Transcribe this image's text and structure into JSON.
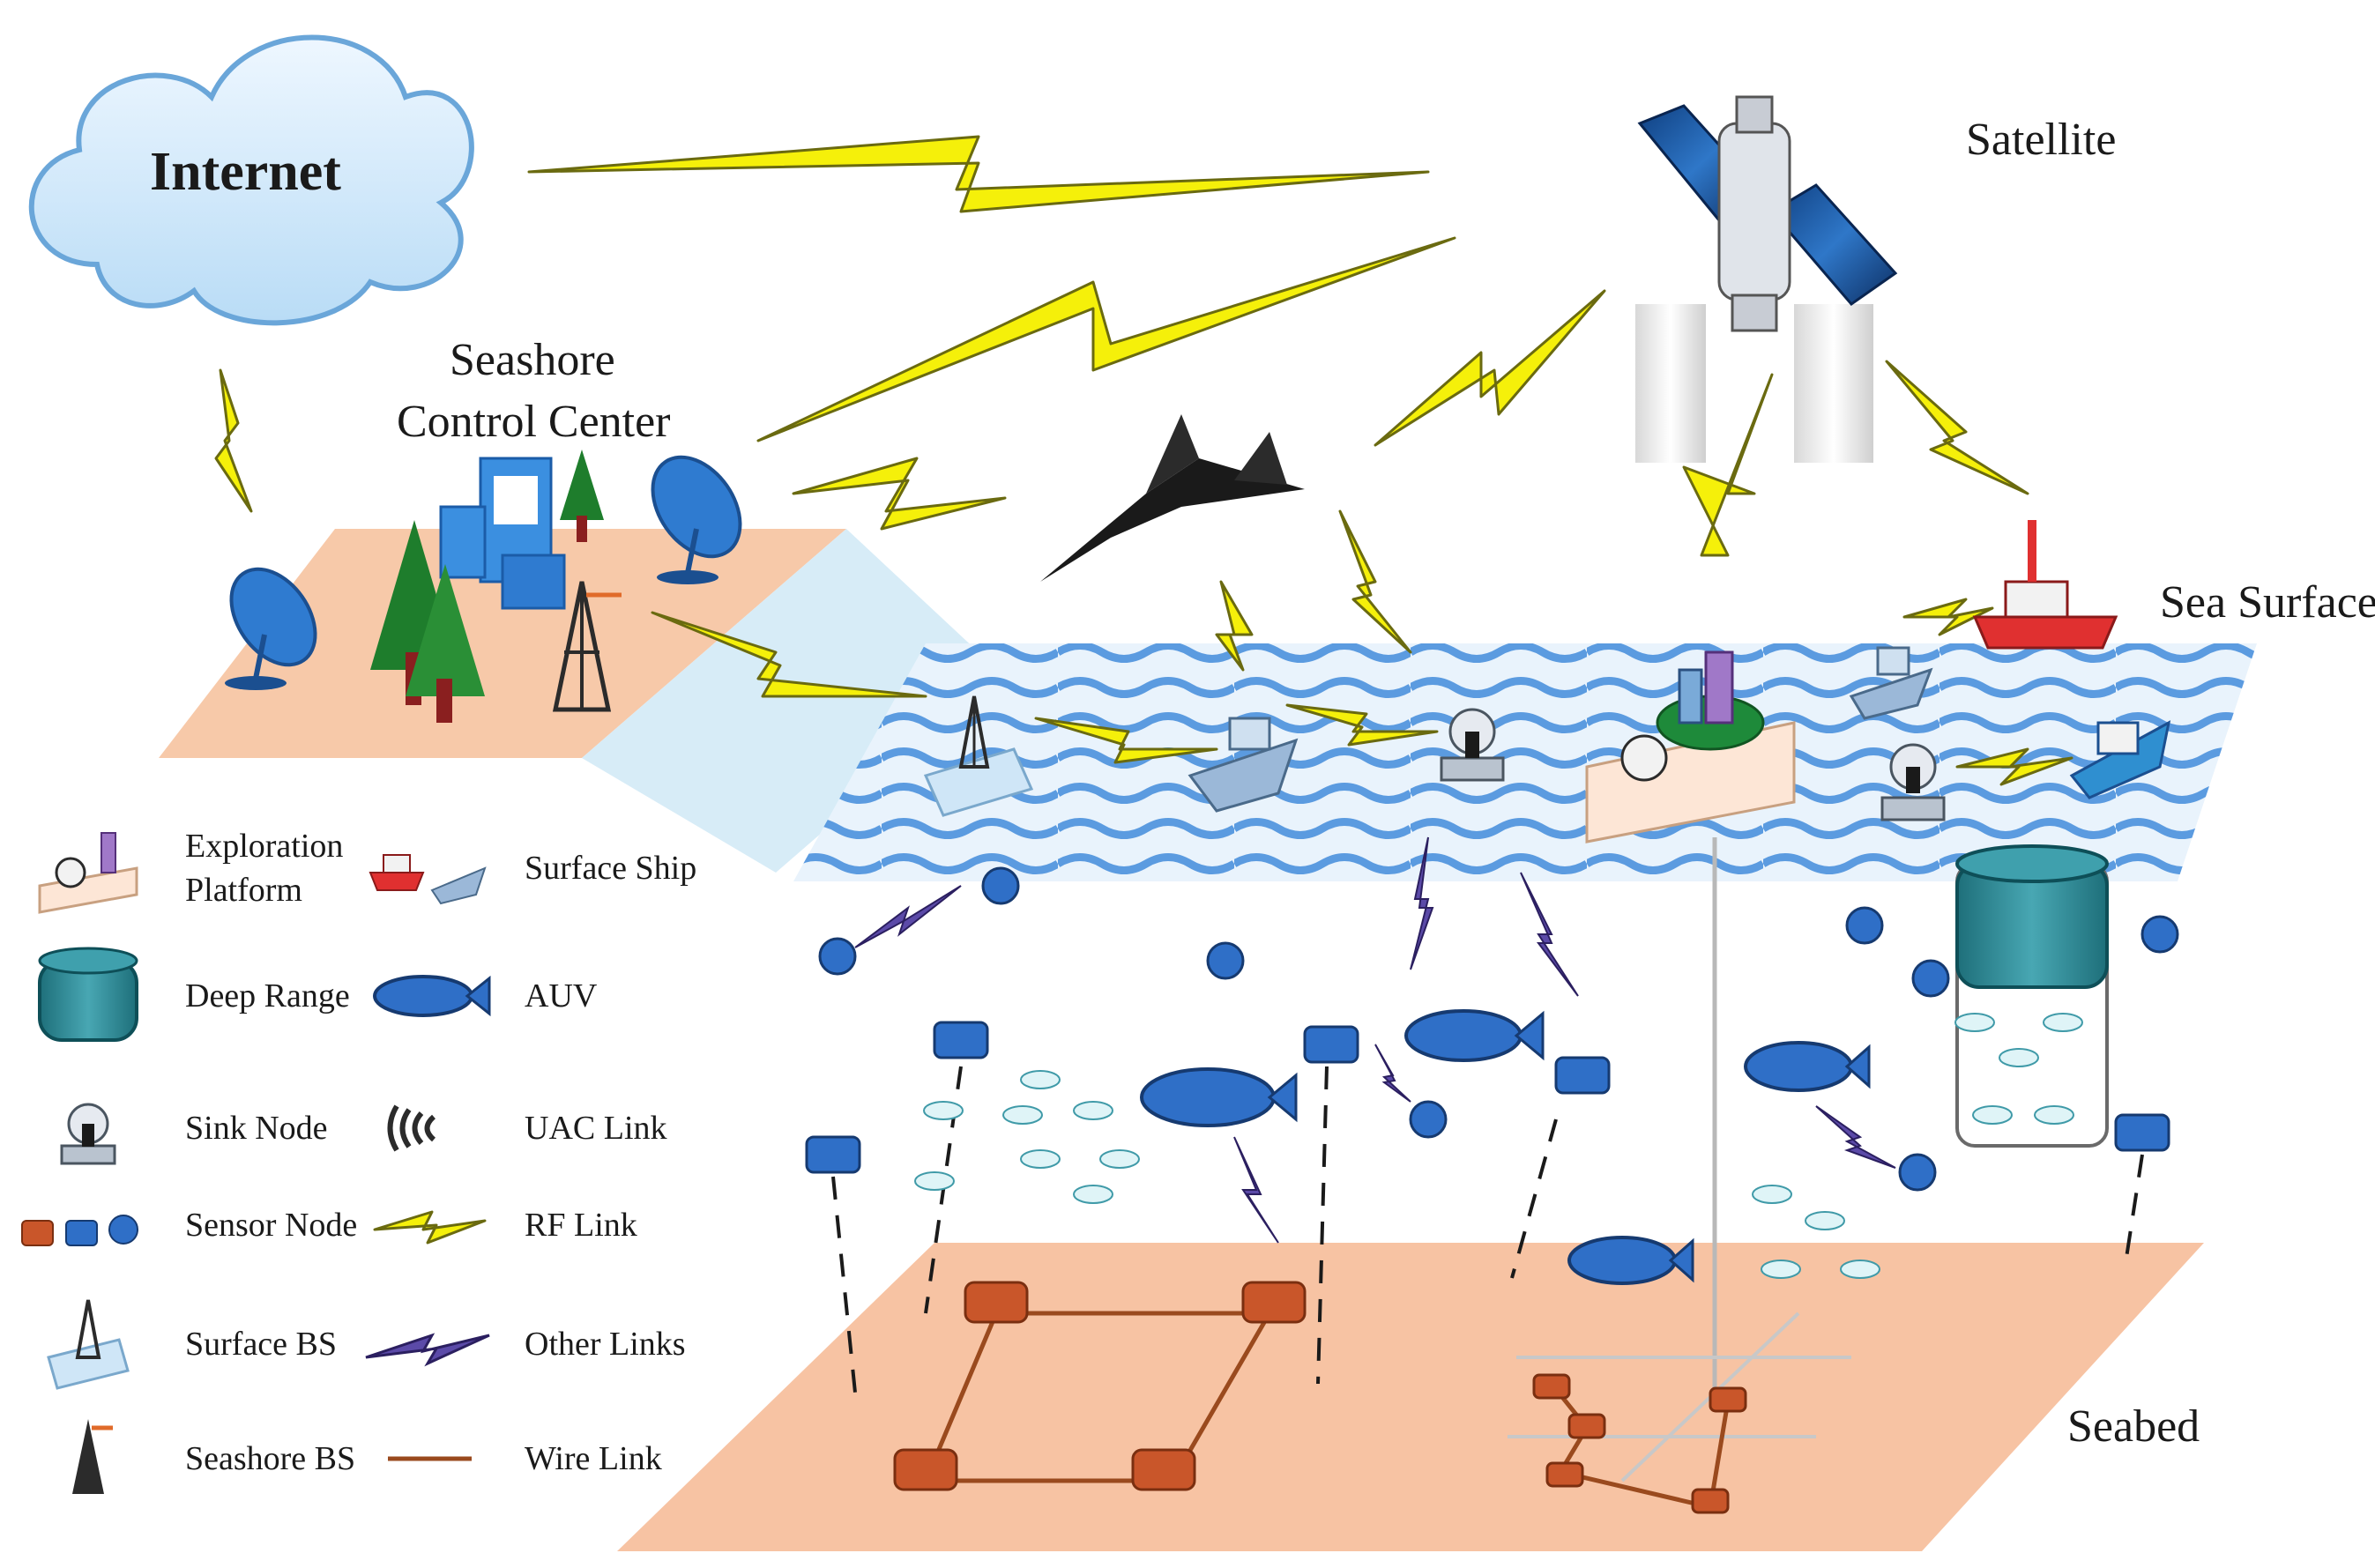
{
  "labels": {
    "internet": "Internet",
    "satellite": "Satellite",
    "control_center_line1": "Seashore",
    "control_center_line2": "Control Center",
    "sea_surface": "Sea Surface",
    "seabed": "Seabed"
  },
  "legend": [
    {
      "icon": "exploration-platform-icon",
      "label_lines": [
        "Exploration",
        "Platform"
      ]
    },
    {
      "icon": "surface-ship-icon",
      "label_lines": [
        "Surface Ship"
      ]
    },
    {
      "icon": "deep-range-icon",
      "label_lines": [
        "Deep Range"
      ]
    },
    {
      "icon": "auv-icon",
      "label_lines": [
        "AUV"
      ]
    },
    {
      "icon": "sink-node-icon",
      "label_lines": [
        "Sink Node"
      ]
    },
    {
      "icon": "uac-link-icon",
      "label_lines": [
        "UAC Link"
      ]
    },
    {
      "icon": "sensor-node-icon",
      "label_lines": [
        "Sensor Node"
      ]
    },
    {
      "icon": "rf-link-icon",
      "label_lines": [
        "RF Link"
      ]
    },
    {
      "icon": "surface-bs-icon",
      "label_lines": [
        "Surface BS"
      ]
    },
    {
      "icon": "other-links-icon",
      "label_lines": [
        "Other Links"
      ]
    },
    {
      "icon": "seashore-bs-icon",
      "label_lines": [
        "Seashore BS"
      ]
    },
    {
      "icon": "wire-link-icon",
      "label_lines": [
        "Wire Link"
      ]
    }
  ],
  "colors": {
    "land": "#f7c9a9",
    "water_dark": "#4f8fd8",
    "water_light": "#cfe4f7",
    "rf_link": "#f5f00a",
    "other_link": "#3a3a8c",
    "sensor_blue": "#2f6fc7",
    "seabed_node": "#c9562a",
    "cloud": "#dbeefc"
  }
}
